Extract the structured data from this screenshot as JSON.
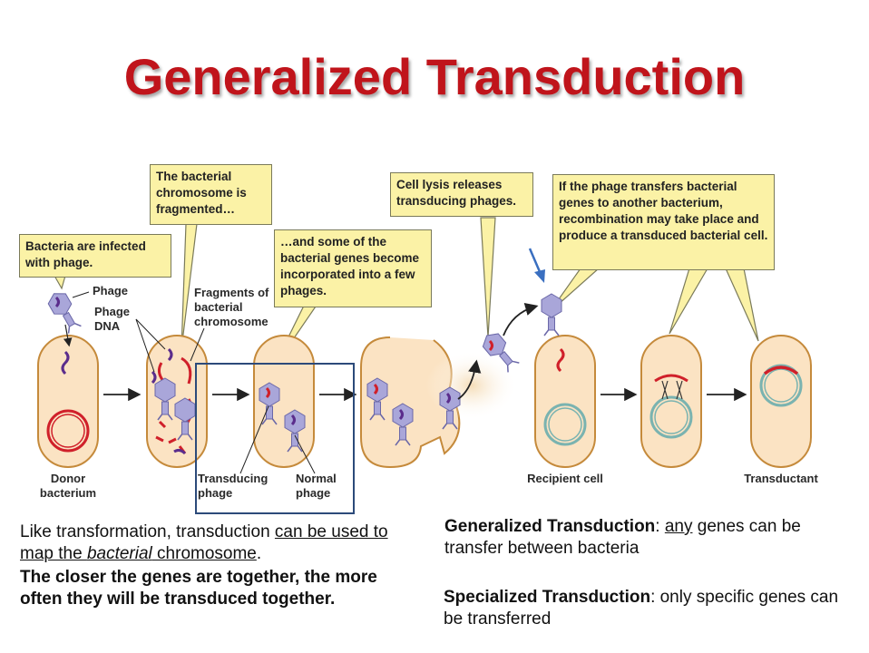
{
  "title": "Generalized Transduction",
  "callouts": {
    "infected": "Bacteria are infected with phage.",
    "fragmented": "The bacterial chromosome is fragmented…",
    "incorporated": "…and some of the bacterial genes become incorporated into a few phages.",
    "lysis": "Cell lysis releases transducing phages.",
    "transfer": "If the phage transfers bacterial genes to another bacterium, recombination may take place and produce a transduced bacterial cell."
  },
  "labels": {
    "phage": "Phage",
    "phage_dna": "Phage DNA",
    "fragments": "Fragments of bacterial chromosome",
    "donor": "Donor bacterium",
    "transducing_phage": "Transducing phage",
    "normal_phage": "Normal phage",
    "recipient": "Recipient cell",
    "transductant": "Transductant"
  },
  "text_left": {
    "p1_a": "Like transformation, transduction ",
    "p1_u1": "can be used to map the ",
    "p1_i": "bacterial",
    "p1_u2": " chromosome",
    "p1_end": ".",
    "p2": "The closer the genes are together, the more often they will be transduced together."
  },
  "text_right": {
    "gen_title": "Generalized Transduction",
    "gen_colon": ": ",
    "gen_any": "any",
    "gen_rest": " genes can be transfer between bacteria",
    "spec_title": "Specialized Transduction",
    "spec_rest": ": only specific genes can be transferred"
  },
  "colors": {
    "title": "#c0141b",
    "callout_bg": "#fbf2a6",
    "cell_fill": "#fbe3c3",
    "cell_stroke": "#c58a3b",
    "chromosome_red": "#d0202a",
    "chromosome_teal": "#7ab3b0",
    "phage": "#a9a6d9",
    "phage_dna": "#5b2d8c",
    "highlight_box": "#2c4a7a",
    "arrow_blue": "#3a6fc0"
  }
}
